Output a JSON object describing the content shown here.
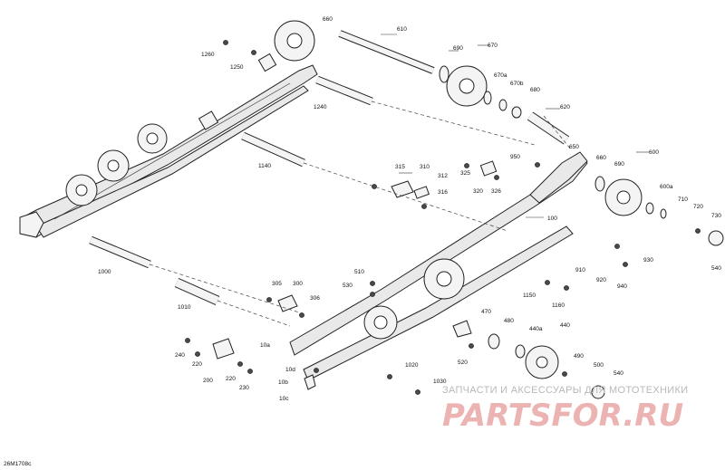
{
  "diagram": {
    "reference_code": "26M1708c",
    "watermark": {
      "line1": "ЗАПЧАСТИ И АКСЕССУАРЫ ДЛЯ МОТОТЕХНИКИ",
      "line2": "PARTSFOR.RU"
    },
    "callouts": [
      "1260",
      "1250",
      "660",
      "610",
      "690",
      "670",
      "670a",
      "670b",
      "680",
      "620",
      "1240",
      "650",
      "1140",
      "315",
      "310",
      "312",
      "316",
      "325",
      "320",
      "326",
      "950",
      "660",
      "690",
      "600",
      "600a",
      "710",
      "720",
      "730",
      "540",
      "1000",
      "100",
      "910",
      "930",
      "920",
      "940",
      "1010",
      "305",
      "300",
      "306",
      "510",
      "530",
      "1150",
      "1160",
      "470",
      "480",
      "440a",
      "440",
      "10a",
      "240",
      "220",
      "200",
      "220",
      "230",
      "520",
      "490",
      "500",
      "540",
      "1020",
      "10d",
      "1030",
      "10b",
      "10c"
    ]
  }
}
